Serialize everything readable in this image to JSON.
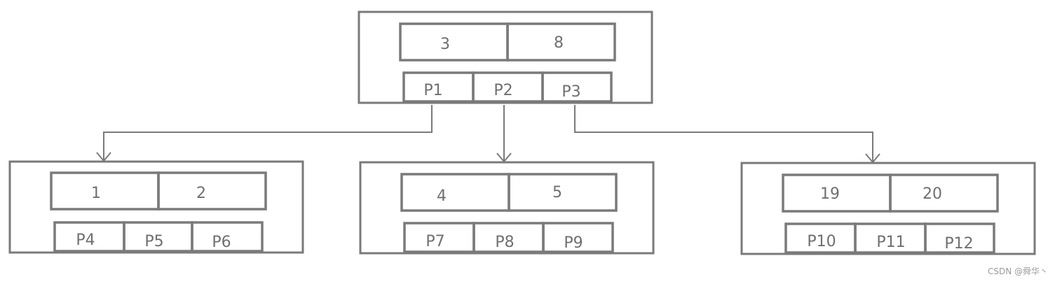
{
  "tree": {
    "root": {
      "keys": [
        "3",
        "8"
      ],
      "pointers": [
        "P1",
        "P2",
        "P3"
      ]
    },
    "children": [
      {
        "keys": [
          "1",
          "2"
        ],
        "pointers": [
          "P4",
          "P5",
          "P6"
        ]
      },
      {
        "keys": [
          "4",
          "5"
        ],
        "pointers": [
          "P7",
          "P8",
          "P9"
        ]
      },
      {
        "keys": [
          "19",
          "20"
        ],
        "pointers": [
          "P10",
          "P11",
          "P12"
        ]
      }
    ]
  },
  "watermark": "CSDN @舜华丶"
}
